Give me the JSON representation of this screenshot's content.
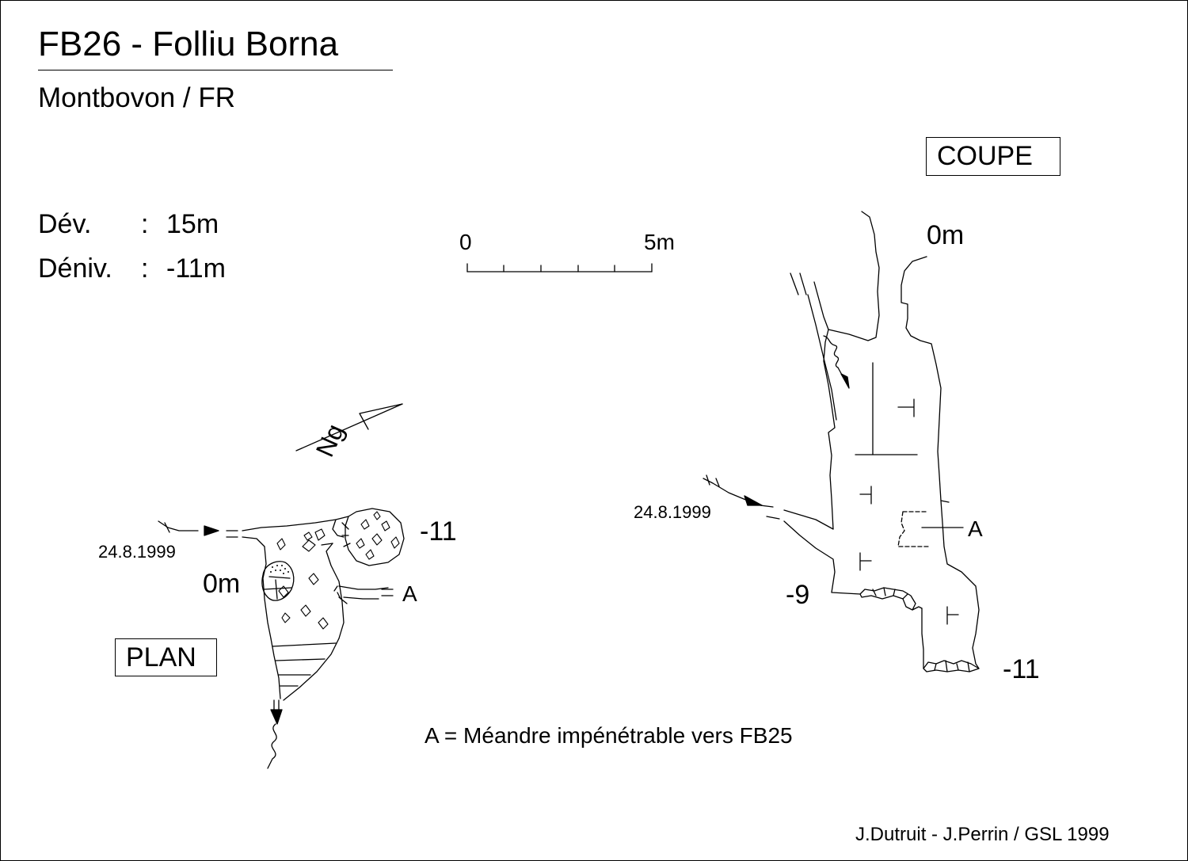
{
  "header": {
    "title": "FB26 - Folliu Borna",
    "location": "Montbovon / FR"
  },
  "stats": [
    {
      "label": "Dév.",
      "sep": ":",
      "value": "15m"
    },
    {
      "label": "Déniv.",
      "sep": ":",
      "value": "-11m"
    }
  ],
  "scale": {
    "start": "0",
    "end": "5m"
  },
  "north": {
    "label": "Ng"
  },
  "coupe": {
    "title": "COUPE",
    "entrance_depth": "0m",
    "date": "24.8.1999",
    "meander_label": "A",
    "ledge_depth": "-9",
    "bottom_depth": "-11"
  },
  "plan": {
    "title": "PLAN",
    "date": "24.8.1999",
    "entrance_depth": "0m",
    "bottom_depth": "-11",
    "meander_label": "A"
  },
  "legend": "A = Méandre impénétrable vers FB25",
  "credits": "J.Dutruit - J.Perrin /  GSL 1999"
}
